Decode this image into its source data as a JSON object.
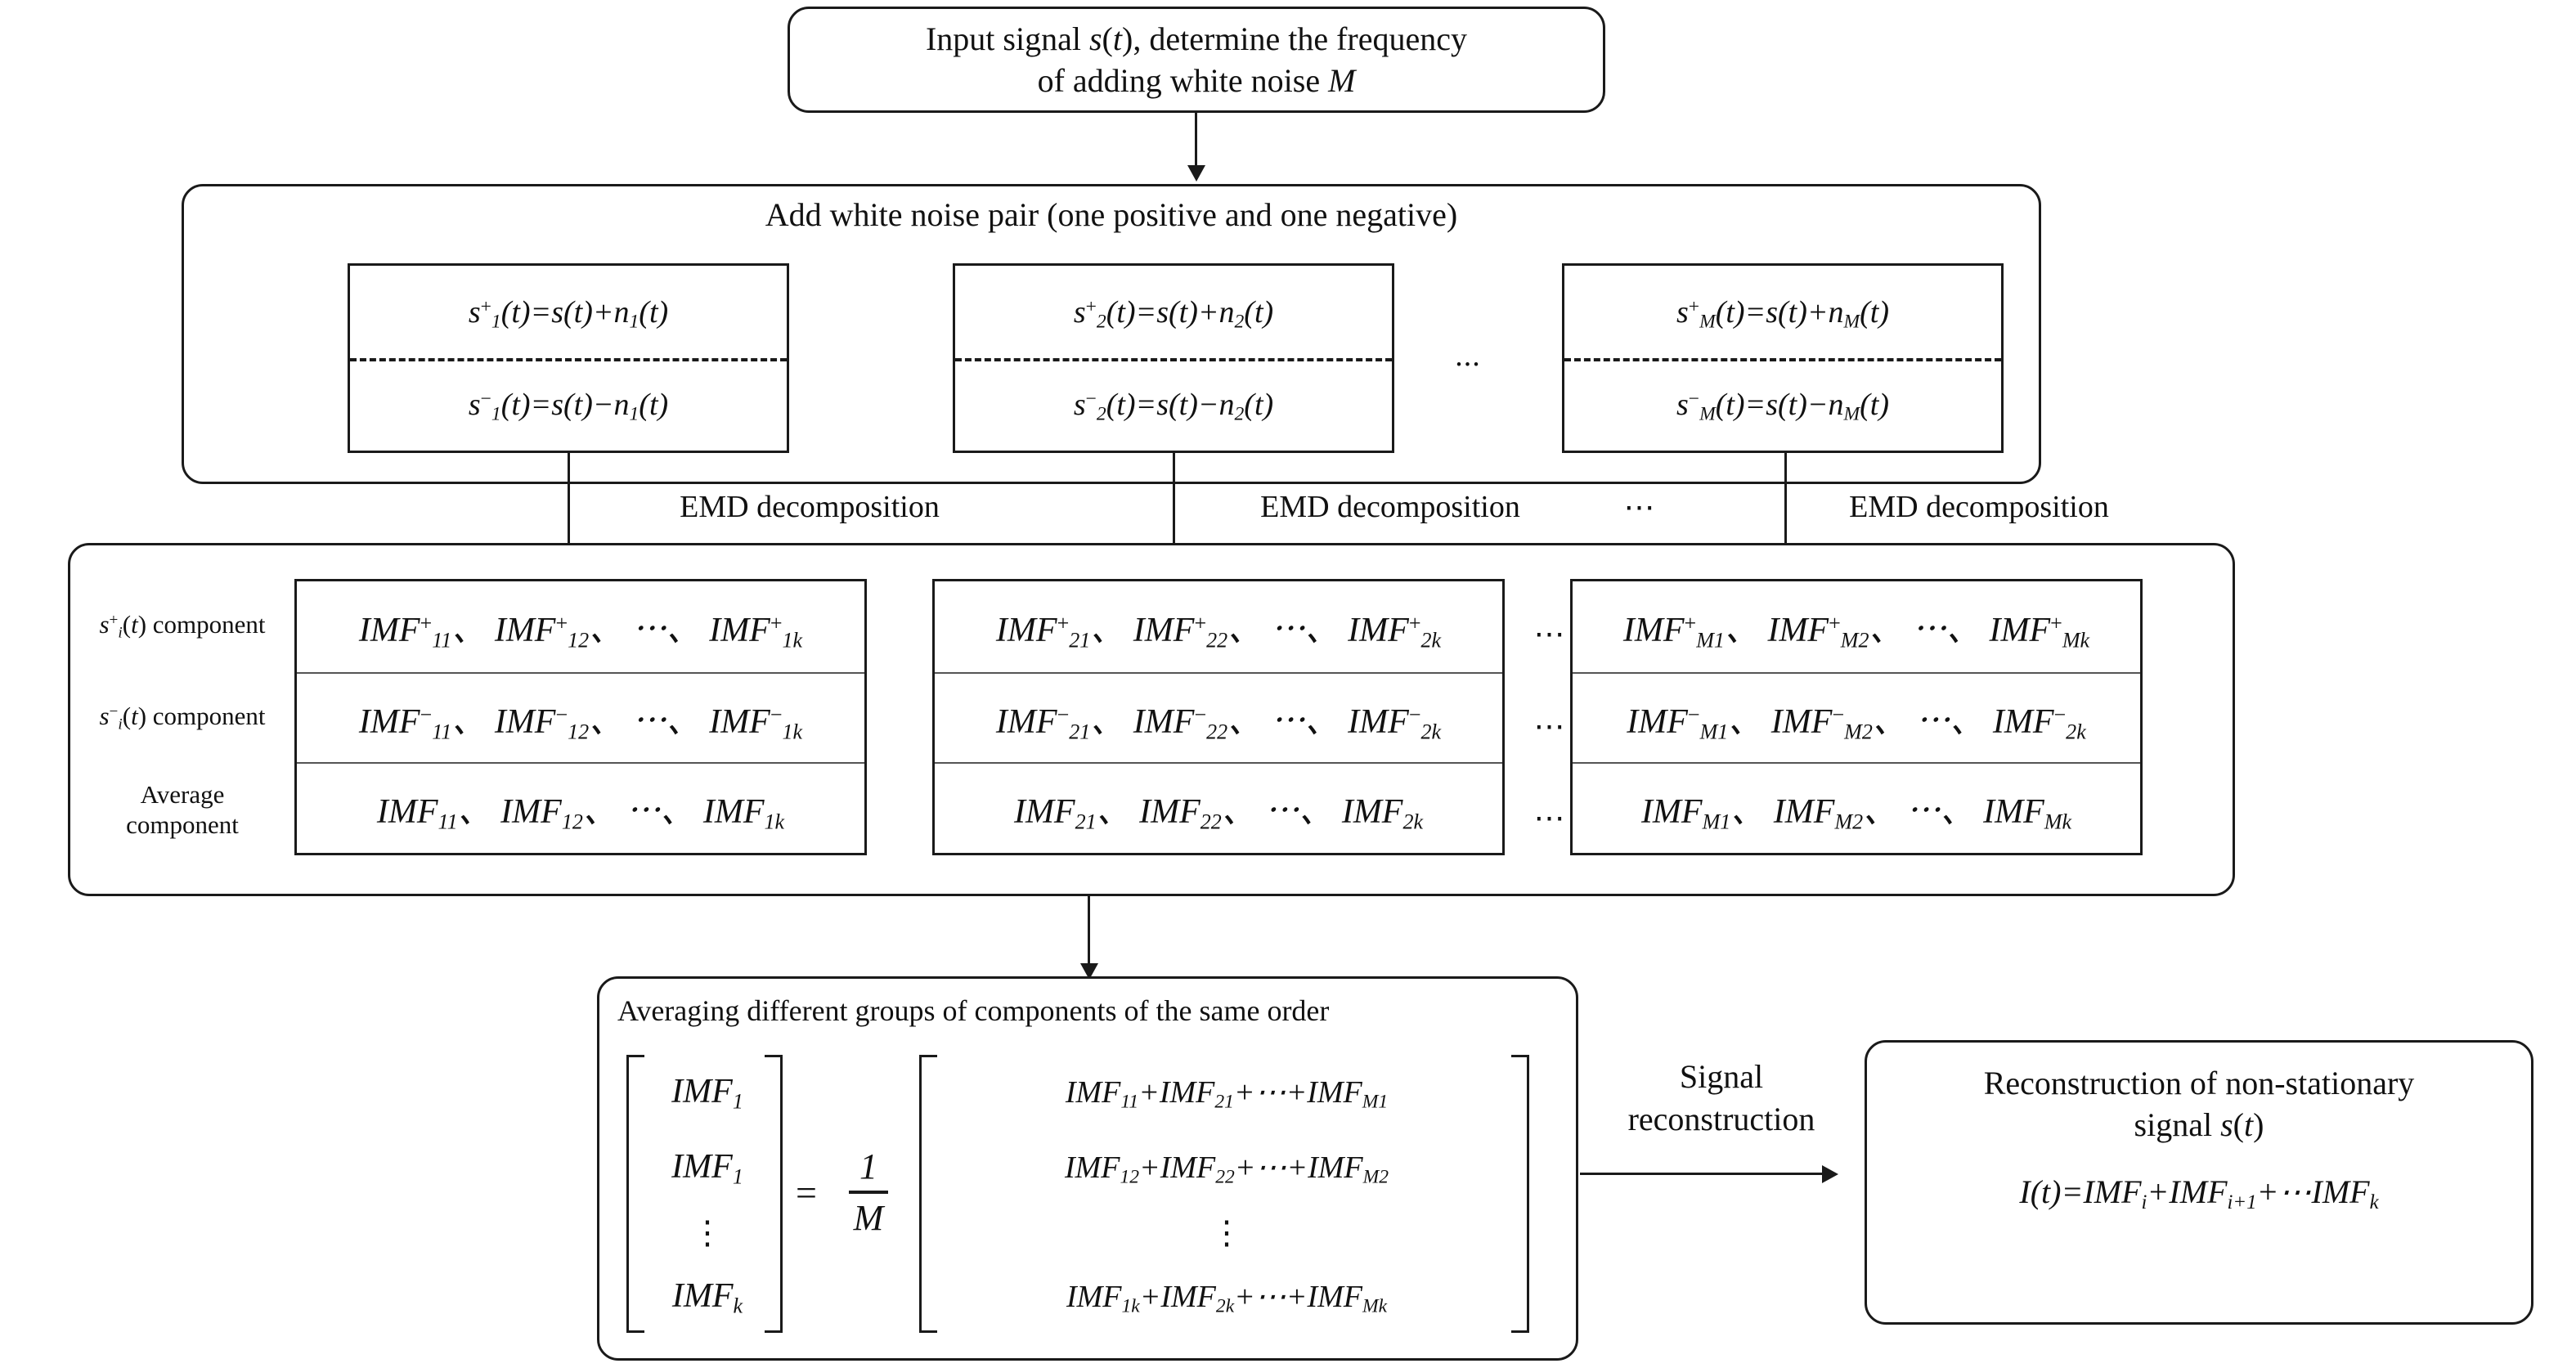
{
  "diagram": {
    "title": "CEEMD / EEMD signal decomposition flowchart",
    "steps": {
      "input": {
        "line1": "Input signal s(t), determine the frequency",
        "line2": "of adding white noise M"
      },
      "noise_section": {
        "header": "Add white noise pair (one positive and one negative)",
        "ellipsis": "...",
        "boxes": [
          {
            "positive": "s⁺₁(t)=s(t)+n₁(t)",
            "negative": "s⁻₁(t)=s(t)−n₁(t)"
          },
          {
            "positive": "s⁺₂(t)=s(t)+n₂(t)",
            "negative": "s⁻₂(t)=s(t)−n₂(t)"
          },
          {
            "positive": "s⁺M(t)=s(t)+nM(t)",
            "negative": "s⁻M(t)=s(t)−nM(t)"
          }
        ]
      },
      "emd_labels": [
        "EMD decomposition",
        "EMD decomposition",
        "EMD decomposition"
      ],
      "emd_ellipsis": "⋯",
      "imf_section": {
        "row_labels": [
          "s⁺ᵢ(t) component",
          "s⁻ᵢ(t) component",
          "Average component"
        ],
        "column_ellipsis": [
          "⋯",
          "⋯",
          "⋯"
        ],
        "groups": [
          {
            "plus": [
              "IMF⁺₁₁",
              "IMF⁺₁₂",
              "⋯",
              "IMF⁺₁k"
            ],
            "minus": [
              "IMF⁻₁₁",
              "IMF⁻₁₂",
              "⋯",
              "IMF⁻₁k"
            ],
            "average": [
              "IMF₁₁",
              "IMF₁₂",
              "⋯",
              "IMF₁k"
            ]
          },
          {
            "plus": [
              "IMF⁺₂₁",
              "IMF⁺₂₂",
              "⋯",
              "IMF⁺₂k"
            ],
            "minus": [
              "IMF⁻₂₁",
              "IMF⁻₂₂",
              "⋯",
              "IMF⁻₂k"
            ],
            "average": [
              "IMF₂₁",
              "IMF₂₂",
              "⋯",
              "IMF₂k"
            ]
          },
          {
            "plus": [
              "IMF⁺M1",
              "IMF⁺M2",
              "⋯",
              "IMF⁺Mk"
            ],
            "minus": [
              "IMF⁻M1",
              "IMF⁻M2",
              "⋯",
              "IMF⁻₂k"
            ],
            "average": [
              "IMFM1",
              "IMFM2",
              "⋯",
              "IMFMk"
            ]
          }
        ],
        "separator": "、"
      },
      "averaging": {
        "header": "Averaging different groups of components of the same order",
        "left_vector": [
          "IMF₁",
          "IMF₁",
          "⋮",
          "IMFk"
        ],
        "scalar_numerator": "1",
        "scalar_denominator": "M",
        "equals": "=",
        "right_vector": [
          "IMF₁₁+IMF₂₁+⋯+IMFM1",
          "IMF₁₂+IMF₂₂+⋯+IMFM2",
          "⋮",
          "IMF₁k+IMF₂k+⋯+IMFMk"
        ]
      },
      "reconstruction_arrow_label": {
        "line1": "Signal",
        "line2": "reconstruction"
      },
      "output": {
        "line1": "Reconstruction of non-stationary",
        "line2": "signal s(t)",
        "formula": "I(t)=IMFi+IMFi+1+⋯IMFk"
      }
    },
    "colors": {
      "stroke": "#1a1a1a",
      "inner_rule": "#555555",
      "background": "#ffffff"
    }
  }
}
